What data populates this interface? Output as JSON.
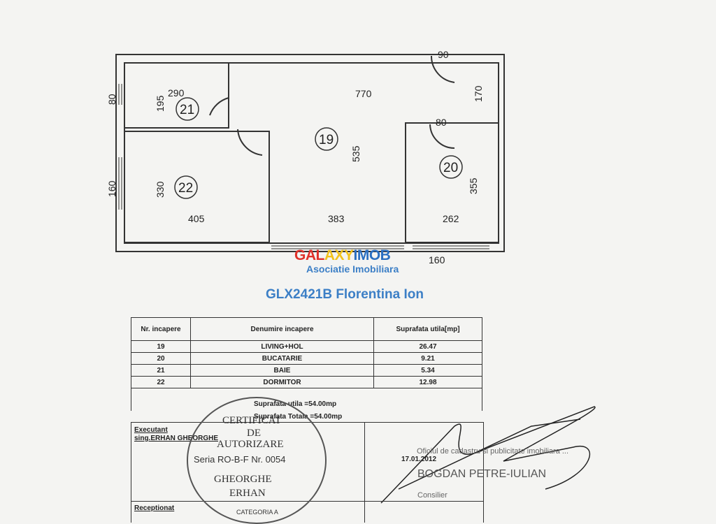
{
  "plan": {
    "rooms": [
      {
        "number": "19"
      },
      {
        "number": "20"
      },
      {
        "number": "21"
      },
      {
        "number": "22"
      }
    ],
    "dimensions": {
      "d290": "290",
      "d195": "195",
      "d80_left": "80",
      "d770": "770",
      "d90": "90",
      "d170": "170",
      "d535": "535",
      "d80_kitchen": "80",
      "d355": "355",
      "d160_left": "160",
      "d330": "330",
      "d405": "405",
      "d383": "383",
      "d262": "262",
      "d160_bottom": "160"
    }
  },
  "watermark": {
    "brand_red": "GAL",
    "brand_yellow": "AXY",
    "brand_blue": "IMOB",
    "subtitle": "Asociatie Imobiliara",
    "listing": "GLX2421B Florentina Ion",
    "colors": {
      "red": "#e0312b",
      "yellow": "#f2c21b",
      "blue": "#2a6fc1",
      "text": "#3c7fc6"
    }
  },
  "table": {
    "headers": {
      "nr": "Nr. incapere",
      "name": "Denumire incapere",
      "area": "Suprafata utila[mp]"
    },
    "rows": [
      {
        "nr": "19",
        "name": "LIVING+HOL",
        "area": "26.47"
      },
      {
        "nr": "20",
        "name": "BUCATARIE",
        "area": "9.21"
      },
      {
        "nr": "21",
        "name": "BAIE",
        "area": "5.34"
      },
      {
        "nr": "22",
        "name": "DORMITOR",
        "area": "12.98"
      }
    ],
    "useful_total": "Suprafata utila  =54.00mp",
    "grand_total": "Suprafata Totala  =54.00mp"
  },
  "footer": {
    "executant": "Executant",
    "engineer": "sing.ERHAN GHEORGHE",
    "receptionat": "Receptionat",
    "date": "17.01.2012",
    "office_note": "Oficiul de cadastru si publicitate imobiliara ...",
    "registrar": "BOGDAN PETRE-IULIAN",
    "signature_caption": "Consilier"
  },
  "stamp": {
    "line1": "CERTIFICAT",
    "line2": "DE",
    "line3": "AUTORIZARE",
    "line4": "Seria RO-B-F Nr. 0054",
    "line5": "GHEORGHE",
    "line6": "ERHAN",
    "category": "CATEGORIA A"
  }
}
